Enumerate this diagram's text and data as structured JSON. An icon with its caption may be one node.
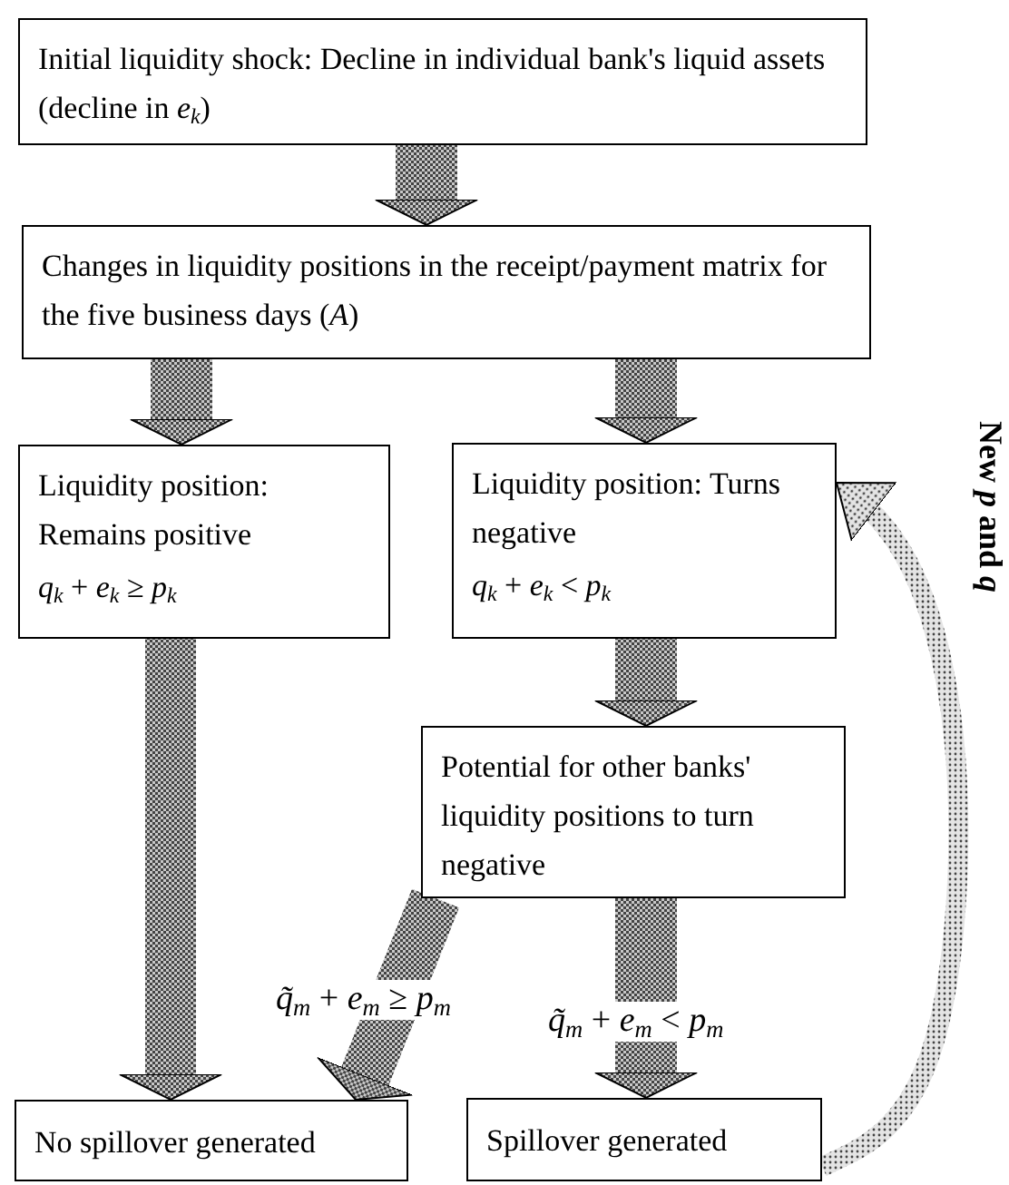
{
  "diagram": {
    "nodes": [
      {
        "text": [
          "Initial liquidity shock: Decline in individual bank's liquid assets (decline in *e*$_{k}$)"
        ]
      },
      {
        "text": [
          "Changes in liquidity positions in the receipt/payment matrix for the five business days (*A*)"
        ]
      },
      {
        "text": [
          "Liquidity position: Remains positive",
          "*q*$_{k}$ + *e*$_{k}$ ≥ *p*$_{k}$"
        ]
      },
      {
        "text": [
          "Liquidity position: Turns negative",
          "*q*$_{k}$ + *e*$_{k}$ < *p*$_{k}$"
        ]
      },
      {
        "text": [
          "Potential for other banks' liquidity positions to turn negative"
        ]
      },
      {
        "text": [
          "No spillover generated"
        ]
      },
      {
        "text": [
          "Spillover generated"
        ]
      }
    ],
    "edges": [
      {
        "from": 0,
        "to": 1,
        "arrow": "to"
      },
      {
        "from": 1,
        "to": 2,
        "arrow": "to"
      },
      {
        "from": 1,
        "to": 3,
        "arrow": "to"
      },
      {
        "from": 2,
        "to": 5,
        "arrow": "to"
      },
      {
        "from": 3,
        "to": 4,
        "arrow": "to"
      },
      {
        "from": 4,
        "to": 5,
        "arrow": "to",
        "label": "*q̃*$_{m}$ + *e*$_{m}$ ≥ *p*$_{m}$"
      },
      {
        "from": 4,
        "to": 6,
        "arrow": "to",
        "label": "*q̃*$_{m}$ + *e*$_{m}$ < *p*$_{m}$"
      },
      {
        "from": 6,
        "to": 3,
        "arrow": "to",
        "label": "New *p* and *q*"
      }
    ]
  }
}
